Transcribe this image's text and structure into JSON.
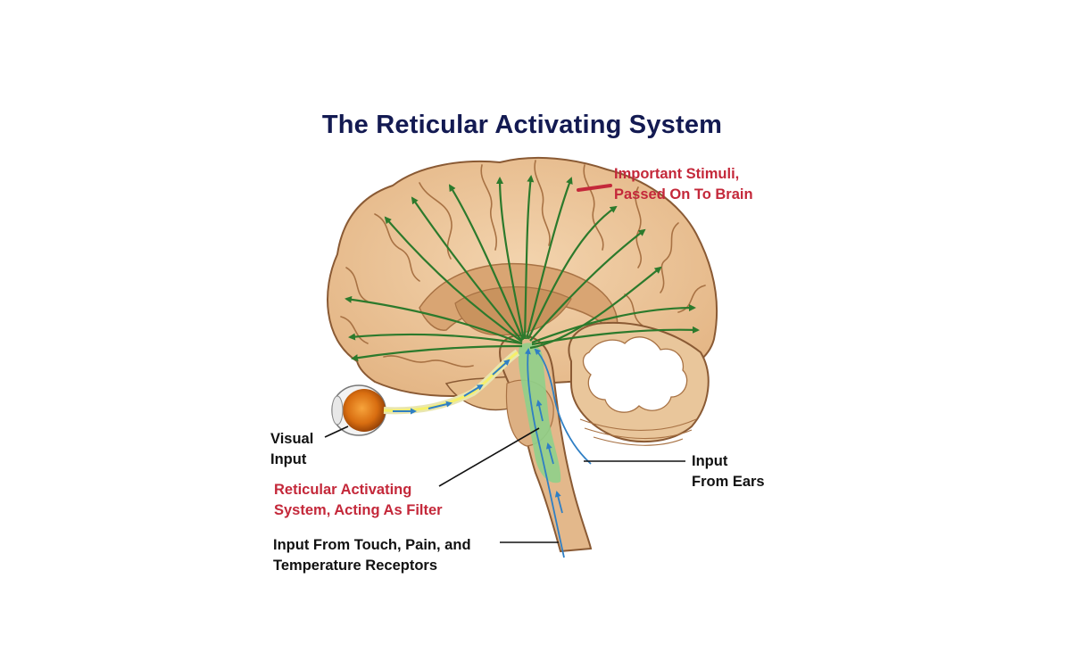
{
  "title": "The Reticular Activating System",
  "labels": {
    "important": [
      "Important Stimuli,",
      "Passed On To Brain"
    ],
    "visual": [
      "Visual",
      "Input"
    ],
    "ras": [
      "Reticular Activating",
      "System, Acting As Filter"
    ],
    "touch": [
      "Input From Touch, Pain, and",
      "Temperature Receptors"
    ],
    "ears": [
      "Input",
      "From Ears"
    ]
  },
  "colors": {
    "title": "#131a52",
    "highlight_label": "#c4283a",
    "label": "#111111",
    "cortex": "#eec79a",
    "arrow": "#2c7a2c",
    "nerve_input": "#2f7fc4",
    "ras_core": "#8fd08a",
    "eye": "#d86d10"
  },
  "icons": {
    "brain": "brain-sagittal-illustration",
    "eye": "eyeball-icon",
    "cerebellum": "cerebellum-illustration"
  }
}
